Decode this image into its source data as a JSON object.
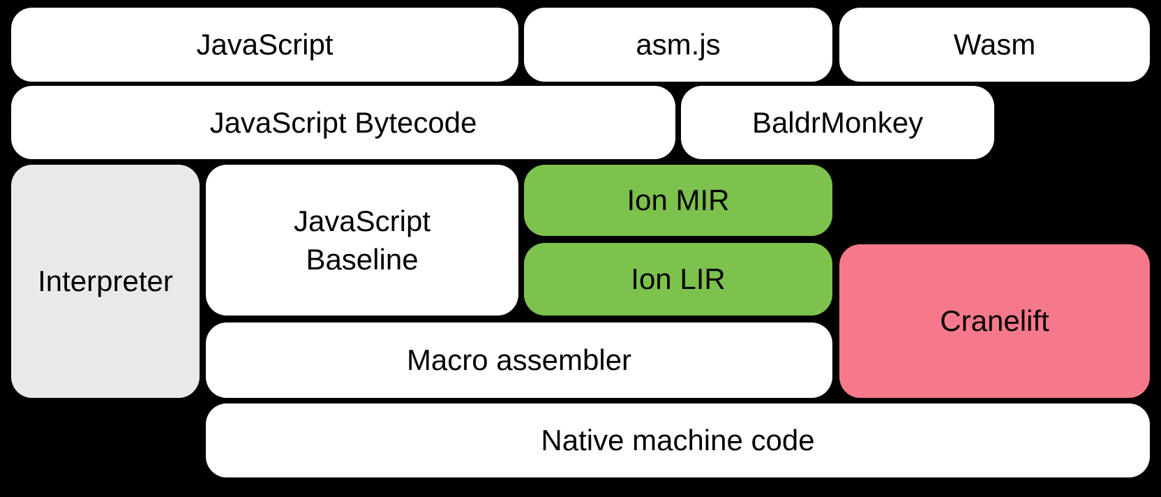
{
  "diagram": {
    "background": "#000000",
    "text_color": "#000000",
    "colors": {
      "plain": "#ffffff",
      "interpreter_gray": "#e9e9e9",
      "ion_green": "#7dc24c",
      "cranelift_pink": "#f5798a"
    },
    "boxes": {
      "javascript": {
        "label": "JavaScript",
        "fill": "#ffffff"
      },
      "asmjs": {
        "label": "asm.js",
        "fill": "#ffffff"
      },
      "wasm": {
        "label": "Wasm",
        "fill": "#ffffff"
      },
      "js_bytecode": {
        "label": "JavaScript Bytecode",
        "fill": "#ffffff"
      },
      "baldrmonkey": {
        "label": "BaldrMonkey",
        "fill": "#ffffff"
      },
      "interpreter": {
        "label": "Interpreter",
        "fill": "#e9e9e9"
      },
      "js_baseline": {
        "line1": "JavaScript",
        "line2": "Baseline",
        "fill": "#ffffff"
      },
      "ion_mir": {
        "label": "Ion MIR",
        "fill": "#7dc24c"
      },
      "ion_lir": {
        "label": "Ion LIR",
        "fill": "#7dc24c"
      },
      "cranelift": {
        "label": "Cranelift",
        "fill": "#f5798a"
      },
      "macro_assembler": {
        "label": "Macro assembler",
        "fill": "#ffffff"
      },
      "native_machine_code": {
        "label": "Native machine code",
        "fill": "#ffffff"
      }
    }
  }
}
